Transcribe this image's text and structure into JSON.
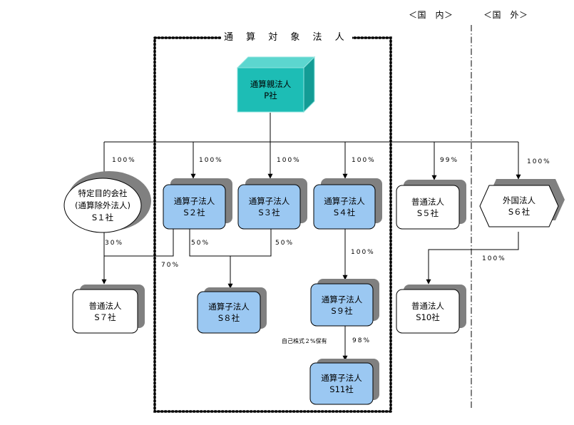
{
  "header": {
    "domestic": "＜国　内＞",
    "foreign": "＜国　外＞"
  },
  "group_title": "通 算 対 象 法 人",
  "nodes": {
    "P": {
      "line1": "通算親法人",
      "line2": "P社"
    },
    "S1": {
      "line1": "特定目的会社",
      "line2": "(通算除外法人)",
      "line3": "S１社"
    },
    "S2": {
      "line1": "通算子法人",
      "line2": "S２社"
    },
    "S3": {
      "line1": "通算子法人",
      "line2": "S３社"
    },
    "S4": {
      "line1": "通算子法人",
      "line2": "S４社"
    },
    "S5": {
      "line1": "普通法人",
      "line2": "S５社"
    },
    "S6": {
      "line1": "外国法人",
      "line2": "S６社"
    },
    "S7": {
      "line1": "普通法人",
      "line2": "S７社"
    },
    "S8": {
      "line1": "通算子法人",
      "line2": "S８社"
    },
    "S9": {
      "line1": "通算子法人",
      "line2": "S９社"
    },
    "S10": {
      "line1": "普通法人",
      "line2": "S10社"
    },
    "S11": {
      "line1": "通算子法人",
      "line2": "S11社"
    }
  },
  "percentages": {
    "p_s1": "100%",
    "p_s2": "100%",
    "p_s3": "100%",
    "p_s4": "100%",
    "p_s5": "99%",
    "p_s6": "100%",
    "s1_s7": "30%",
    "s2_s7": "70%",
    "s2_s8": "50%",
    "s3_s8": "50%",
    "s4_s9": "100%",
    "s9_s11": "98%",
    "s6_s10": "100%"
  },
  "notes": {
    "treasury_stock": "自己株式２%保有"
  },
  "colors": {
    "parent_fill": "#1dbdb5",
    "parent_top": "#5cd6cf",
    "parent_side": "#139c95",
    "subsidiary_fill": "#9bc8f2",
    "ordinary_fill": "#ffffff",
    "shadow": "#808080",
    "line": "#000000"
  }
}
